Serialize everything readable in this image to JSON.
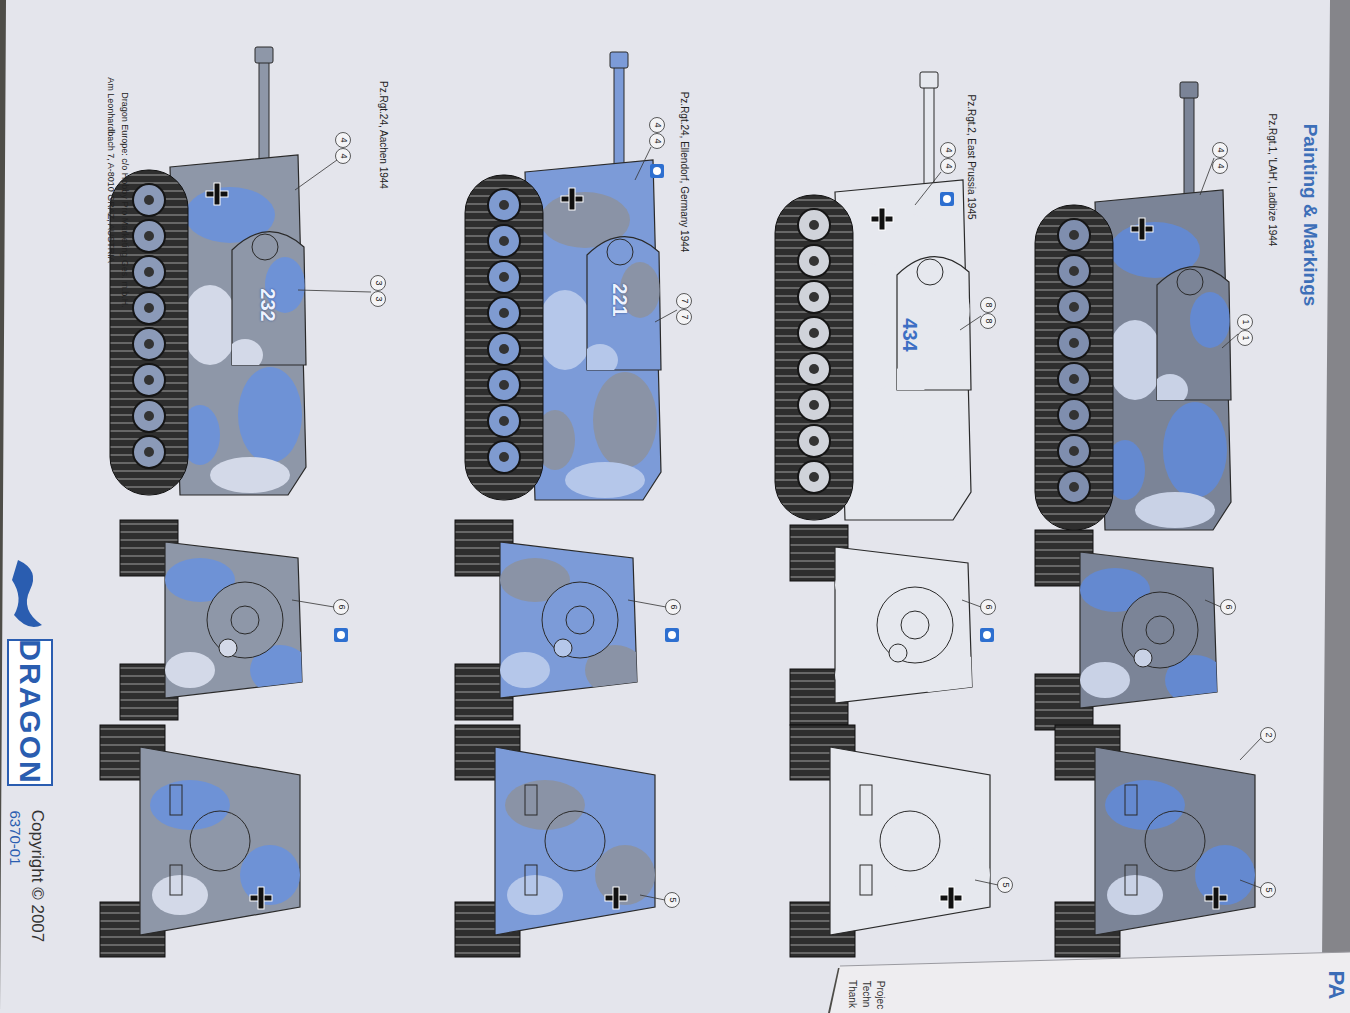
{
  "diagram": {
    "title": "Painting & Markings",
    "labels": [
      "Pz.Rgt.1, 'LAH', Ladbize 1944",
      "4",
      "4",
      "1",
      "1",
      "Pz.Rgt.2, East Prussia 1945",
      "4",
      "4",
      "8",
      "8",
      "434",
      "Pz.Rgt.24, Ellendorf, Germany 1944",
      "4",
      "4",
      "7",
      "7",
      "221",
      "Pz.Rgt.24, Aachen 1944",
      "4",
      "4",
      "3",
      "3",
      "232",
      "6",
      "2",
      "5",
      "6",
      "5",
      "6",
      "5",
      "6",
      "Dragon Europe: c/o Hobby Pro Marketing Ges. m.b.H.",
      "Am Leonhardbach 7, A-8010 GRAZ, AUSTRIA",
      "DRAGON",
      "Copyright © 2007",
      "6370-01",
      "PA",
      "Projec",
      "Techn",
      "Thank"
    ]
  }
}
